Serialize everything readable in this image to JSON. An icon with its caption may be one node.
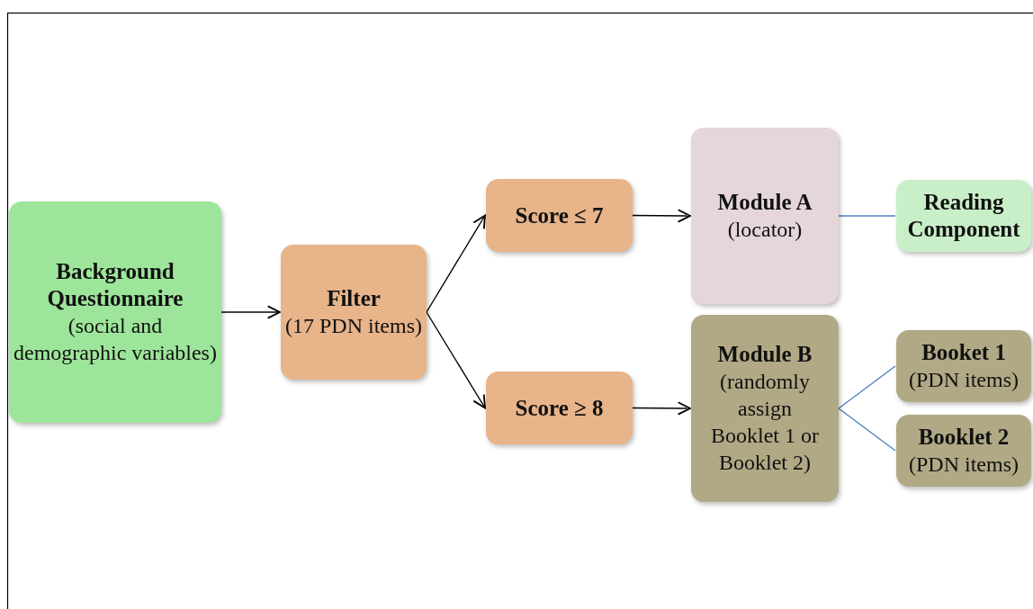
{
  "diagram": {
    "nodes": [
      {
        "text": [
          "Background Questionnaire",
          "(social and demographic variables)"
        ]
      },
      {
        "text": [
          "Filter",
          "(17 PDN items)"
        ]
      },
      {
        "text": [
          "Score ≤ 7"
        ]
      },
      {
        "text": [
          "Score ≥ 8"
        ]
      },
      {
        "text": [
          "Module A",
          "(locator)"
        ]
      },
      {
        "text": [
          "Module B",
          "(randomly assign Booklet 1 or Booklet 2)"
        ]
      },
      {
        "text": [
          "Reading Component"
        ]
      },
      {
        "text": [
          "Booket 1",
          "(PDN items)"
        ]
      },
      {
        "text": [
          "Booklet 2",
          "(PDN items)"
        ]
      }
    ],
    "edges": [
      {
        "from": 0,
        "to": 1,
        "arrow": "to"
      },
      {
        "from": 1,
        "to": 2,
        "arrow": "to"
      },
      {
        "from": 1,
        "to": 3,
        "arrow": "to"
      },
      {
        "from": 2,
        "to": 4,
        "arrow": "to"
      },
      {
        "from": 3,
        "to": 5,
        "arrow": "to"
      },
      {
        "from": 4,
        "to": 6,
        "arrow": "none",
        "color": "#4f81bd"
      },
      {
        "from": 5,
        "to": 7,
        "arrow": "none",
        "color": "#4f81bd"
      },
      {
        "from": 5,
        "to": 8,
        "arrow": "none",
        "color": "#4f81bd"
      }
    ]
  }
}
